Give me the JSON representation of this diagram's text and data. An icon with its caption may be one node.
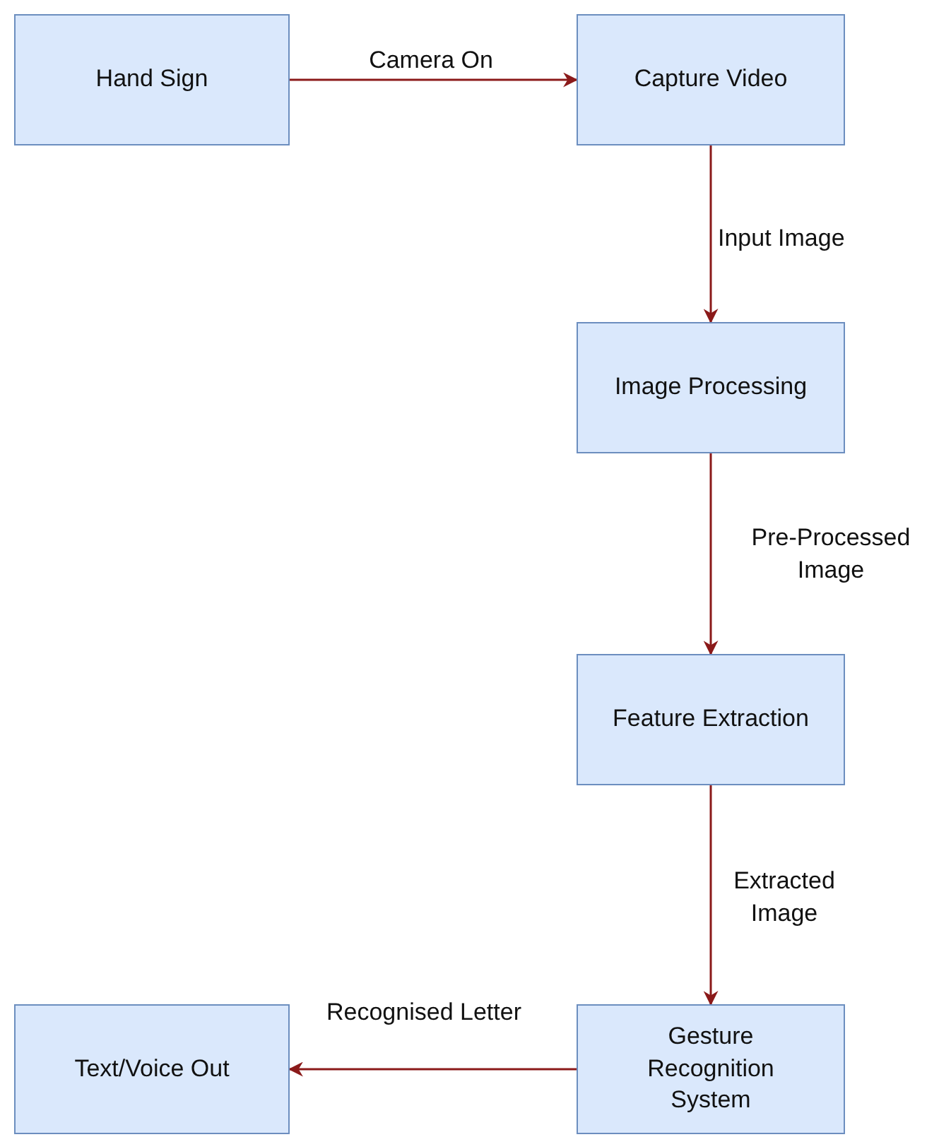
{
  "diagram": {
    "nodes": [
      {
        "text": [
          "Hand Sign"
        ]
      },
      {
        "text": [
          "Capture Video"
        ]
      },
      {
        "text": [
          "Image Processing"
        ]
      },
      {
        "text": [
          "Feature Extraction"
        ]
      },
      {
        "text": [
          "Gesture Recognition System"
        ]
      },
      {
        "text": [
          "Text/Voice Out"
        ]
      }
    ],
    "edges": [
      {
        "from": 0,
        "to": 1,
        "arrow": "to",
        "label": "Camera On"
      },
      {
        "from": 1,
        "to": 2,
        "arrow": "to",
        "label": "Input Image"
      },
      {
        "from": 2,
        "to": 3,
        "arrow": "to",
        "label": "Pre-Processed Image"
      },
      {
        "from": 3,
        "to": 4,
        "arrow": "to",
        "label": "Extracted Image"
      },
      {
        "from": 4,
        "to": 5,
        "arrow": "to",
        "label": "Recognised Letter"
      }
    ]
  }
}
